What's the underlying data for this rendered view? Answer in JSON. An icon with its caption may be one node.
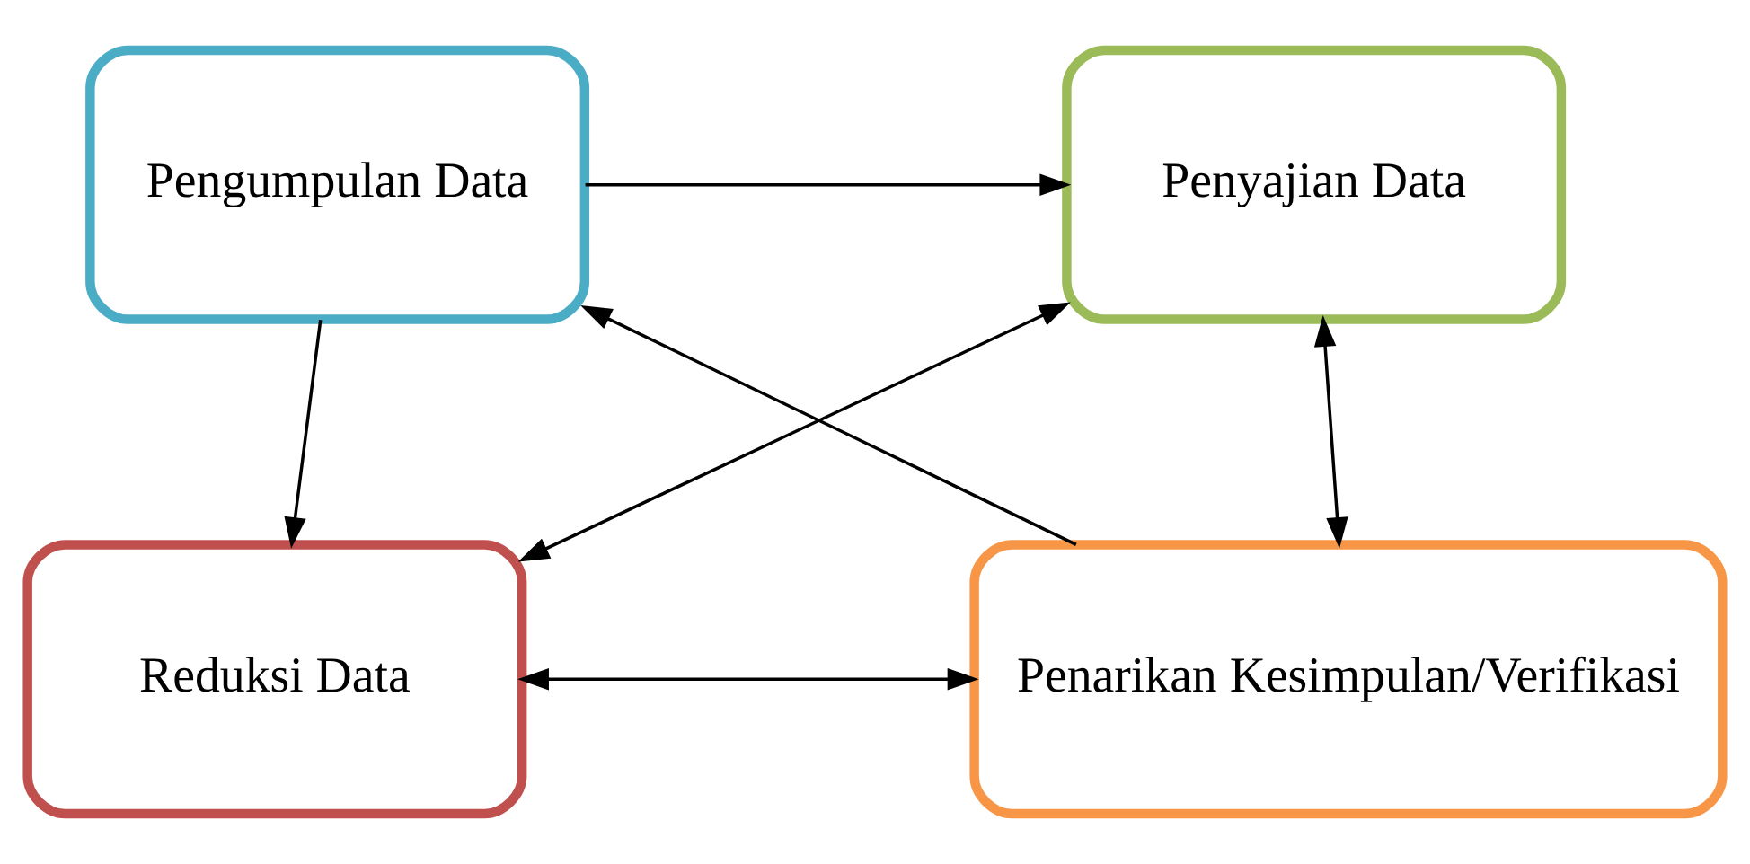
{
  "diagram": {
    "nodes": [
      {
        "text": [
          "Pengumpulan Data"
        ]
      },
      {
        "text": [
          "Penyajian Data"
        ]
      },
      {
        "text": [
          "Reduksi Data"
        ]
      },
      {
        "text": [
          "Penarikan Kesimpulan/Verifikasi"
        ]
      }
    ],
    "edges": [
      {
        "from": 0,
        "to": 1,
        "arrow": "to"
      },
      {
        "from": 0,
        "to": 2,
        "arrow": "to"
      },
      {
        "from": 2,
        "to": 1,
        "arrow": "both"
      },
      {
        "from": 1,
        "to": 3,
        "arrow": "both"
      },
      {
        "from": 2,
        "to": 3,
        "arrow": "both"
      },
      {
        "from": 3,
        "to": 0,
        "arrow": "to"
      }
    ]
  }
}
